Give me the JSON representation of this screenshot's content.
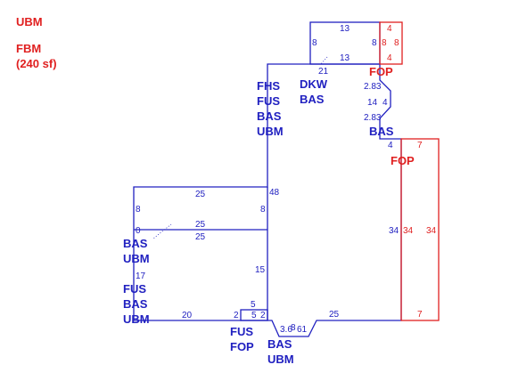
{
  "legend": {
    "line1": "UBM",
    "line2": "FBM",
    "line3": "(240 sf)"
  },
  "colors": {
    "main": "#2020c0",
    "secondary": "#e02020"
  },
  "labels": {
    "fop_top": "FOP",
    "fop_right": "FOP",
    "fhs": "FHS",
    "fus1": "FUS",
    "bas1": "BAS",
    "ubm1": "UBM",
    "dkw": "DKW",
    "bas2": "BAS",
    "bas_right": "BAS",
    "bas3": "BAS",
    "ubm3": "UBM",
    "fus3": "FUS",
    "bas4": "BAS",
    "ubm4": "UBM",
    "fus_bottom": "FUS",
    "fop_bottom": "FOP",
    "bas_bottom": "BAS",
    "ubm_bottom": "UBM"
  },
  "dims": {
    "top_box_top": "13",
    "top_box_left": "8",
    "top_box_right": "8",
    "top_box_bottom": "13",
    "fop_top_4a": "4",
    "fop_top_8a": "8",
    "fop_top_8b": "8",
    "fop_top_4b": "4",
    "main_top": "21",
    "bay_a": "2.83",
    "bay_b": "14",
    "bay_c": "4",
    "bay_d": "2.83",
    "right_step": "4",
    "fop_right_top": "7",
    "right_34a": "34",
    "right_34b": "34",
    "right_34c": "34",
    "fop_right_bottom": "7",
    "wing_top": "25",
    "wing_48": "48",
    "wing_8l": "8",
    "wing_8r": "8",
    "wing_mid1": "25",
    "wing_mid2": "25",
    "wing_0": "0",
    "left_17": "17",
    "inner_15": "15",
    "bottom_20": "20",
    "bottom_2a": "2",
    "fus_5top": "5",
    "fus_5": "5",
    "fus_2": "2",
    "bottom_25": "25",
    "bay_bottom_a": "3.6",
    "bay_bottom_b": "8",
    "bay_bottom_c": "61"
  }
}
